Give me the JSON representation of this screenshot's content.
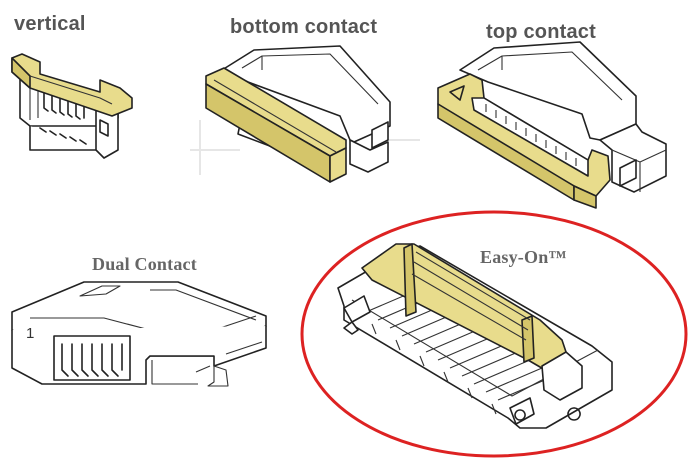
{
  "labels": {
    "vertical": "vertical",
    "bottom_contact": "bottom contact",
    "top_contact": "top contact",
    "dual_contact": "Dual Contact",
    "easy_on": "Easy-On™",
    "pin_number": "1"
  },
  "colors": {
    "actuator_gold": "#e8dc8c",
    "actuator_gold_dark": "#d4c56a",
    "highlight_ring": "#dd2222",
    "label_gray": "#555555"
  },
  "icons": [
    "vertical-fpc-connector-drawing",
    "bottom-contact-fpc-connector-drawing",
    "top-contact-fpc-connector-drawing",
    "dual-contact-fpc-connector-drawing",
    "easy-on-fpc-connector-drawing"
  ]
}
